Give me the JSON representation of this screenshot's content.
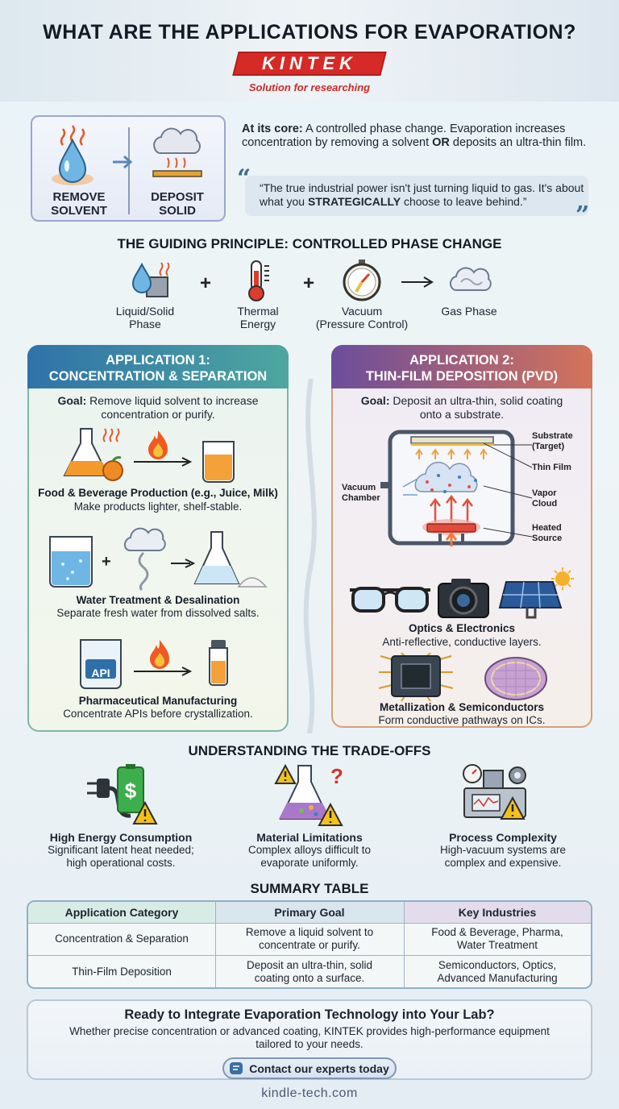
{
  "header": {
    "title": "WHAT ARE THE APPLICATIONS FOR EVAPORATION?",
    "brand": "KINTEK",
    "tagline": "Solution for researching"
  },
  "intro": {
    "remove_label_1": "REMOVE",
    "remove_label_2": "SOLVENT",
    "deposit_label_1": "DEPOSIT",
    "deposit_label_2": "SOLID",
    "core_lead": "At its core:",
    "core_text": " A controlled phase change. Evaporation increases concentration by removing a solvent ",
    "core_or": "OR",
    "core_tail": " deposits an ultra-thin film.",
    "quote_a": "“The true industrial power isn't just turning liquid to gas. It's about what you ",
    "quote_b": "STRATEGICALLY",
    "quote_c": " choose to leave behind.”"
  },
  "principle": {
    "title": "THE GUIDING PRINCIPLE: CONTROLLED PHASE CHANGE",
    "items": [
      {
        "l1": "Liquid/Solid",
        "l2": "Phase"
      },
      {
        "l1": "Thermal",
        "l2": "Energy"
      },
      {
        "l1": "Vacuum",
        "l2": "(Pressure Control)"
      },
      {
        "l1": "Gas Phase",
        "l2": ""
      }
    ],
    "plus": "+"
  },
  "app1": {
    "title_1": "APPLICATION 1:",
    "title_2": "CONCENTRATION & SEPARATION",
    "goal_lead": "Goal:",
    "goal_text": " Remove liquid solvent to increase concentration or purify.",
    "items": [
      {
        "title": "Food & Beverage Production (e.g., Juice, Milk)",
        "desc": "Make products lighter, shelf-stable."
      },
      {
        "title": "Water Treatment & Desalination",
        "desc": "Separate fresh water from dissolved salts."
      },
      {
        "title": "Pharmaceutical Manufacturing",
        "desc": "Concentrate APIs before crystallization."
      }
    ],
    "api_label": "API"
  },
  "app2": {
    "title_1": "APPLICATION 2:",
    "title_2": "THIN-FILM DEPOSITION (PVD)",
    "goal_lead": "Goal:",
    "goal_text": " Deposit an ultra-thin, solid coating onto a substrate.",
    "diagram": {
      "substrate_1": "Substrate",
      "substrate_2": "(Target)",
      "thin_film": "Thin Film",
      "vacuum_1": "Vacuum",
      "vacuum_2": "Chamber",
      "vapor_1": "Vapor",
      "vapor_2": "Cloud",
      "heated_1": "Heated",
      "heated_2": "Source"
    },
    "items": [
      {
        "title": "Optics & Electronics",
        "desc": "Anti-reflective, conductive layers."
      },
      {
        "title": "Metallization & Semiconductors",
        "desc": "Form conductive pathways on ICs."
      }
    ]
  },
  "tradeoffs": {
    "title": "UNDERSTANDING THE TRADE-OFFS",
    "items": [
      {
        "title": "High Energy Consumption",
        "d1": "Significant latent heat needed;",
        "d2": "high operational costs."
      },
      {
        "title": "Material Limitations",
        "d1": "Complex alloys difficult to",
        "d2": "evaporate uniformly."
      },
      {
        "title": "Process Complexity",
        "d1": "High-vacuum systems are",
        "d2": "complex and expensive."
      }
    ]
  },
  "summary": {
    "title": "SUMMARY TABLE",
    "headers": [
      "Application Category",
      "Primary Goal",
      "Key Industries"
    ],
    "rows": [
      {
        "c1": "Concentration & Separation",
        "c2a": "Remove a liquid solvent to",
        "c2b": "concentrate or purify.",
        "c3a": "Food & Beverage, Pharma,",
        "c3b": "Water Treatment"
      },
      {
        "c1": "Thin-Film Deposition",
        "c2a": "Deposit an ultra-thin, solid",
        "c2b": "coating onto a surface.",
        "c3a": "Semiconductors, Optics,",
        "c3b": "Advanced Manufacturing"
      }
    ]
  },
  "cta": {
    "title": "Ready to Integrate Evaporation Technology into Your Lab?",
    "desc": "Whether precise concentration or advanced coating, KINTEK provides high-performance equipment tailored to your needs.",
    "button": "Contact our experts today"
  },
  "footer": "kindle-tech.com",
  "colors": {
    "brand_red": "#d62a27",
    "app1_header": "#2f72a9",
    "app2_header": "#6c4d9c",
    "warning": "#f2c21a"
  }
}
